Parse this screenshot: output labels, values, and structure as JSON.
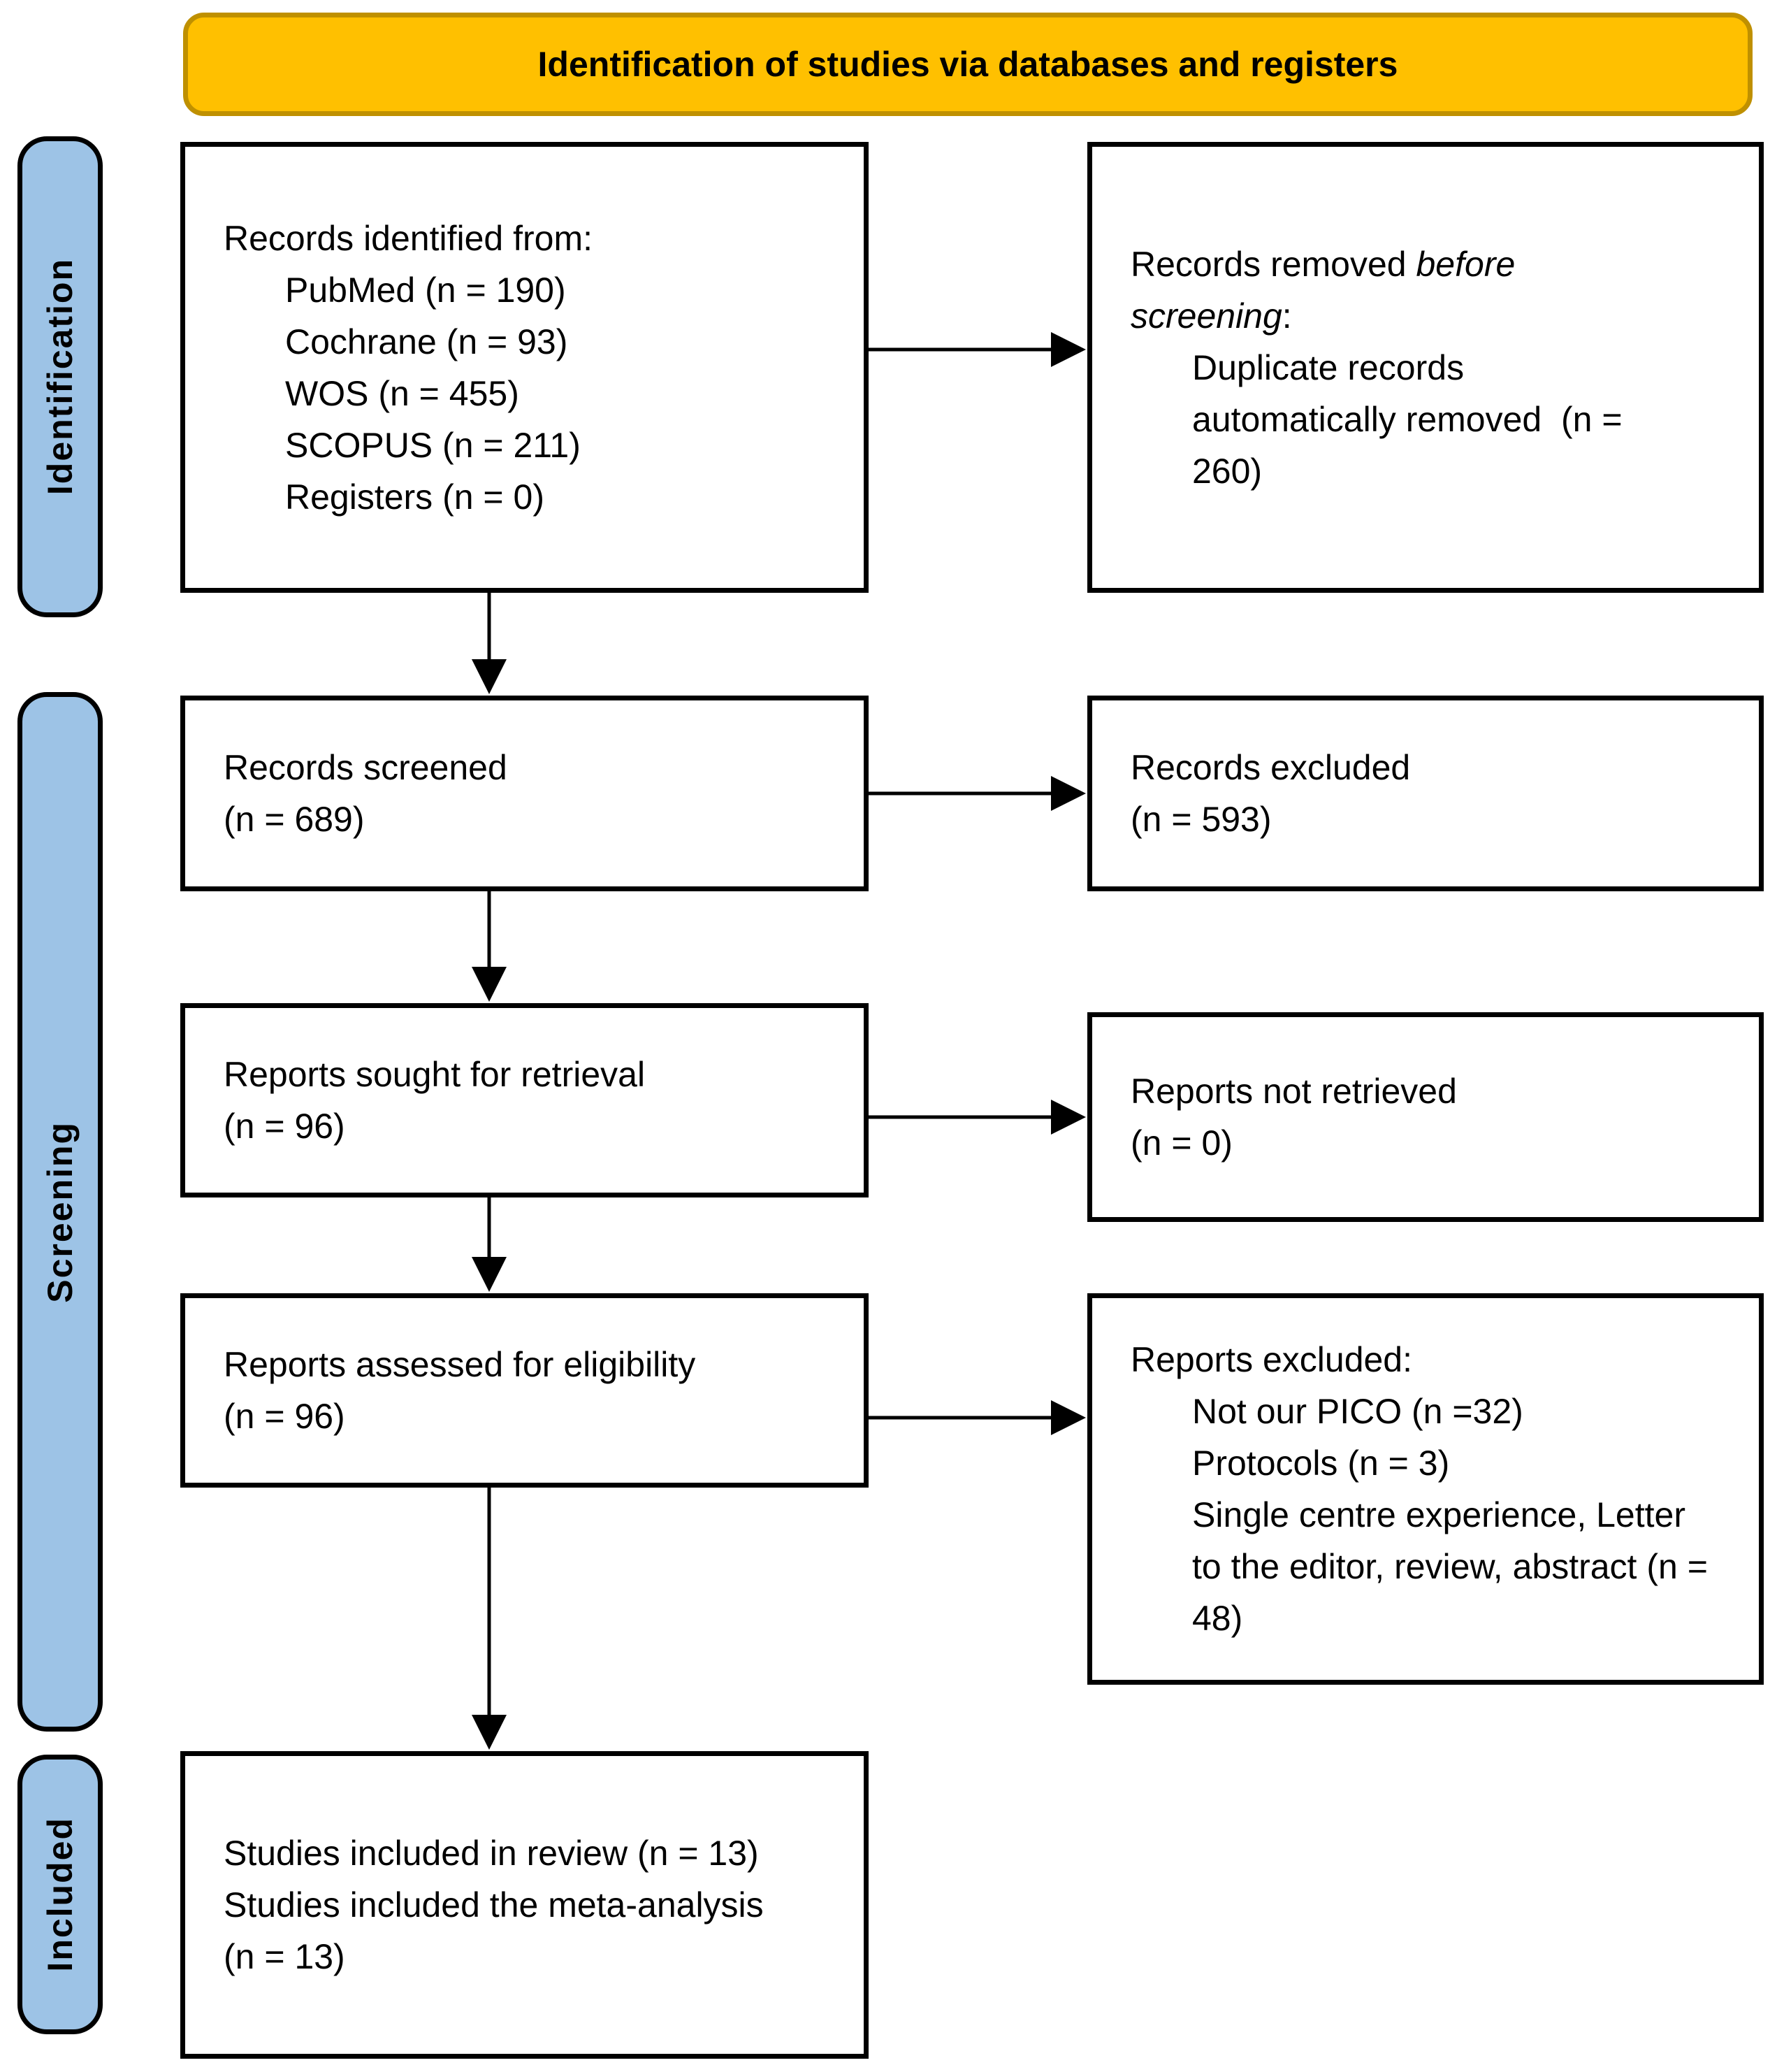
{
  "header": {
    "title": "Identification of studies via databases and registers"
  },
  "stages": [
    {
      "label": "Identification"
    },
    {
      "label": "Screening"
    },
    {
      "label": "Included"
    }
  ],
  "boxes": {
    "records_identified": {
      "intro": "Records identified from:",
      "items": [
        "PubMed (n = 190)",
        "Cochrane (n = 93)",
        "WOS (n = 455)",
        "SCOPUS (n = 211)",
        "Registers (n = 0)"
      ]
    },
    "records_removed": {
      "intro_pre": "Records removed ",
      "intro_italic": "before screening",
      "intro_post": ":",
      "items": [
        "Duplicate records automatically removed  (n = 260)"
      ]
    },
    "records_screened": {
      "lines": [
        "Records screened",
        "(n = 689)"
      ]
    },
    "records_excluded": {
      "lines": [
        "Records excluded",
        "(n = 593)"
      ]
    },
    "reports_sought": {
      "lines": [
        "Reports sought for retrieval",
        "(n = 96)"
      ]
    },
    "reports_not_retrieved": {
      "lines": [
        "Reports not retrieved",
        "(n = 0)"
      ]
    },
    "reports_assessed": {
      "lines": [
        "Reports assessed for eligibility",
        "(n = 96)"
      ]
    },
    "reports_excluded": {
      "intro": "Reports excluded:",
      "items": [
        "Not our PICO (n =32)",
        "Protocols (n = 3)",
        "Single centre experience, Letter to the editor, review, abstract (n = 48)"
      ]
    },
    "studies_included": {
      "lines": [
        "Studies included in review (n = 13)",
        "Studies included the meta-analysis (n = 13)"
      ]
    }
  },
  "colors": {
    "banner_fill": "#FFC000",
    "banner_border": "#BF9000",
    "stage_fill": "#9DC3E6",
    "box_border": "#000000",
    "arrow": "#000000"
  }
}
